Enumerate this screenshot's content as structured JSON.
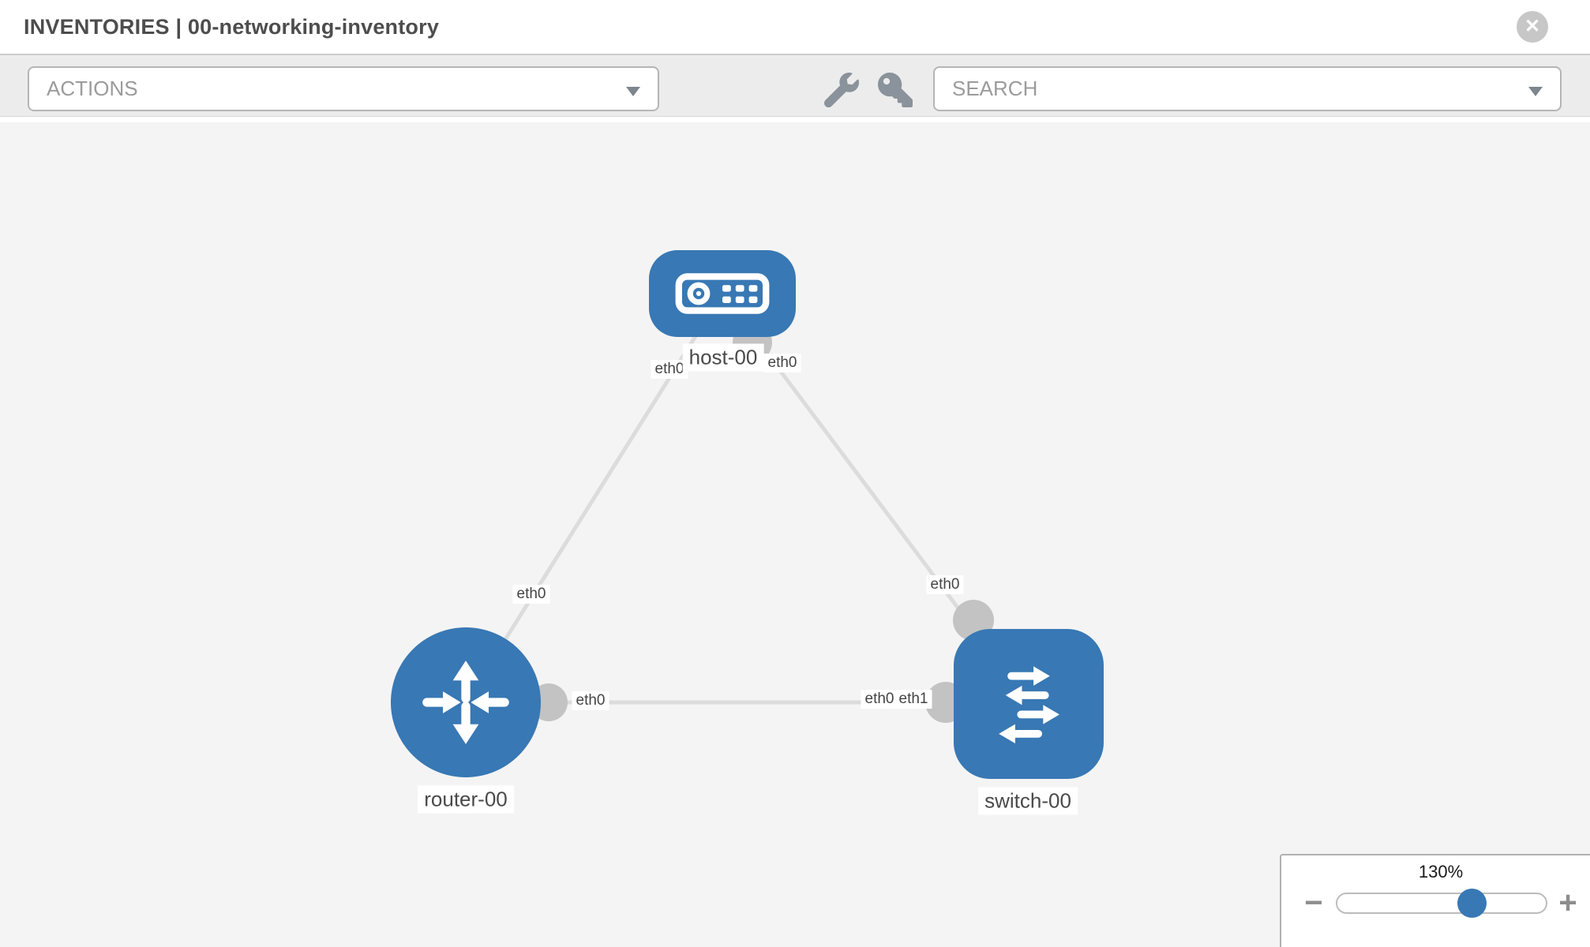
{
  "header": {
    "title": "INVENTORIES | 00-networking-inventory",
    "close_glyph": "✕"
  },
  "toolbar": {
    "actions": {
      "label": "ACTIONS"
    },
    "search": {
      "placeholder": "SEARCH",
      "value": ""
    },
    "tools": [
      {
        "icon": "wrench-icon"
      },
      {
        "icon": "key-icon"
      }
    ]
  },
  "colors": {
    "node_blue": "#3878b4",
    "link_gray": "#dcdcdc",
    "port_gray": "#c3c3c3",
    "canvas_bg": "#f4f4f4"
  },
  "topology": {
    "nodes": [
      {
        "id": "host-00",
        "type": "host",
        "label": "host-00",
        "icon": "host-icon"
      },
      {
        "id": "router-00",
        "type": "router",
        "label": "router-00",
        "icon": "router-icon"
      },
      {
        "id": "switch-00",
        "type": "switch",
        "label": "switch-00",
        "icon": "switch-icon"
      }
    ],
    "links": [
      {
        "from": "host-00",
        "to": "router-00",
        "from_interface": "eth0",
        "to_interface": "eth0"
      },
      {
        "from": "host-00",
        "to": "switch-00",
        "from_interface": "eth0",
        "to_interface": "eth0"
      },
      {
        "from": "router-00",
        "to": "switch-00",
        "from_interface": "eth0",
        "to_interface": "eth1",
        "to_interface_hidden": "eth0"
      }
    ]
  },
  "zoom_control": {
    "level": "130%",
    "minus_glyph": "−",
    "plus_glyph": "+"
  }
}
